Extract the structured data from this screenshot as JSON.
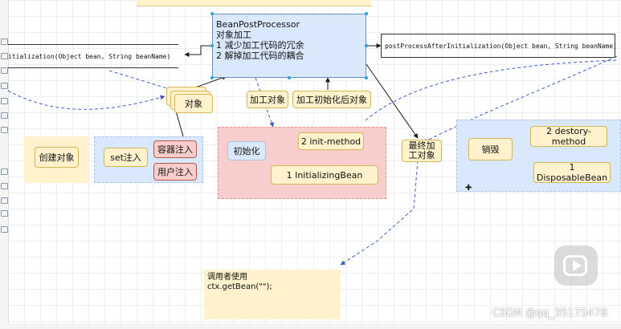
{
  "bpp": {
    "title": "BeanPostProcessor",
    "line1": "对象加工",
    "line2": "1 减少加工代码的冗余",
    "line3": "2 解掉加工代码的耦合"
  },
  "before": {
    "code": "itialization(Object bean, String beanName)"
  },
  "after": {
    "code": "postProcessAfterInitialization(Object bean, String beanName)"
  },
  "labels": {
    "object": "对象",
    "process_object": "加工对象",
    "after_init_object": "加工初始化后对象",
    "create_object": "创建对象",
    "set_inject": "set注入",
    "container_inject": "容器注入",
    "user_inject": "用户注入",
    "init": "初始化",
    "init_method": "2 init-method",
    "initializing_bean": "1 InitializingBean",
    "final_object": "最终加工对象",
    "destroy": "销毁",
    "destroy_method": "2 destory-method",
    "disposable_bean": "1 DisposableBean",
    "caller_line1": "调用者使用",
    "caller_line2": "ctx.getBean(\"\");"
  },
  "watermark": "CSDN @qq_35175478",
  "icons": [
    "play-icon"
  ]
}
